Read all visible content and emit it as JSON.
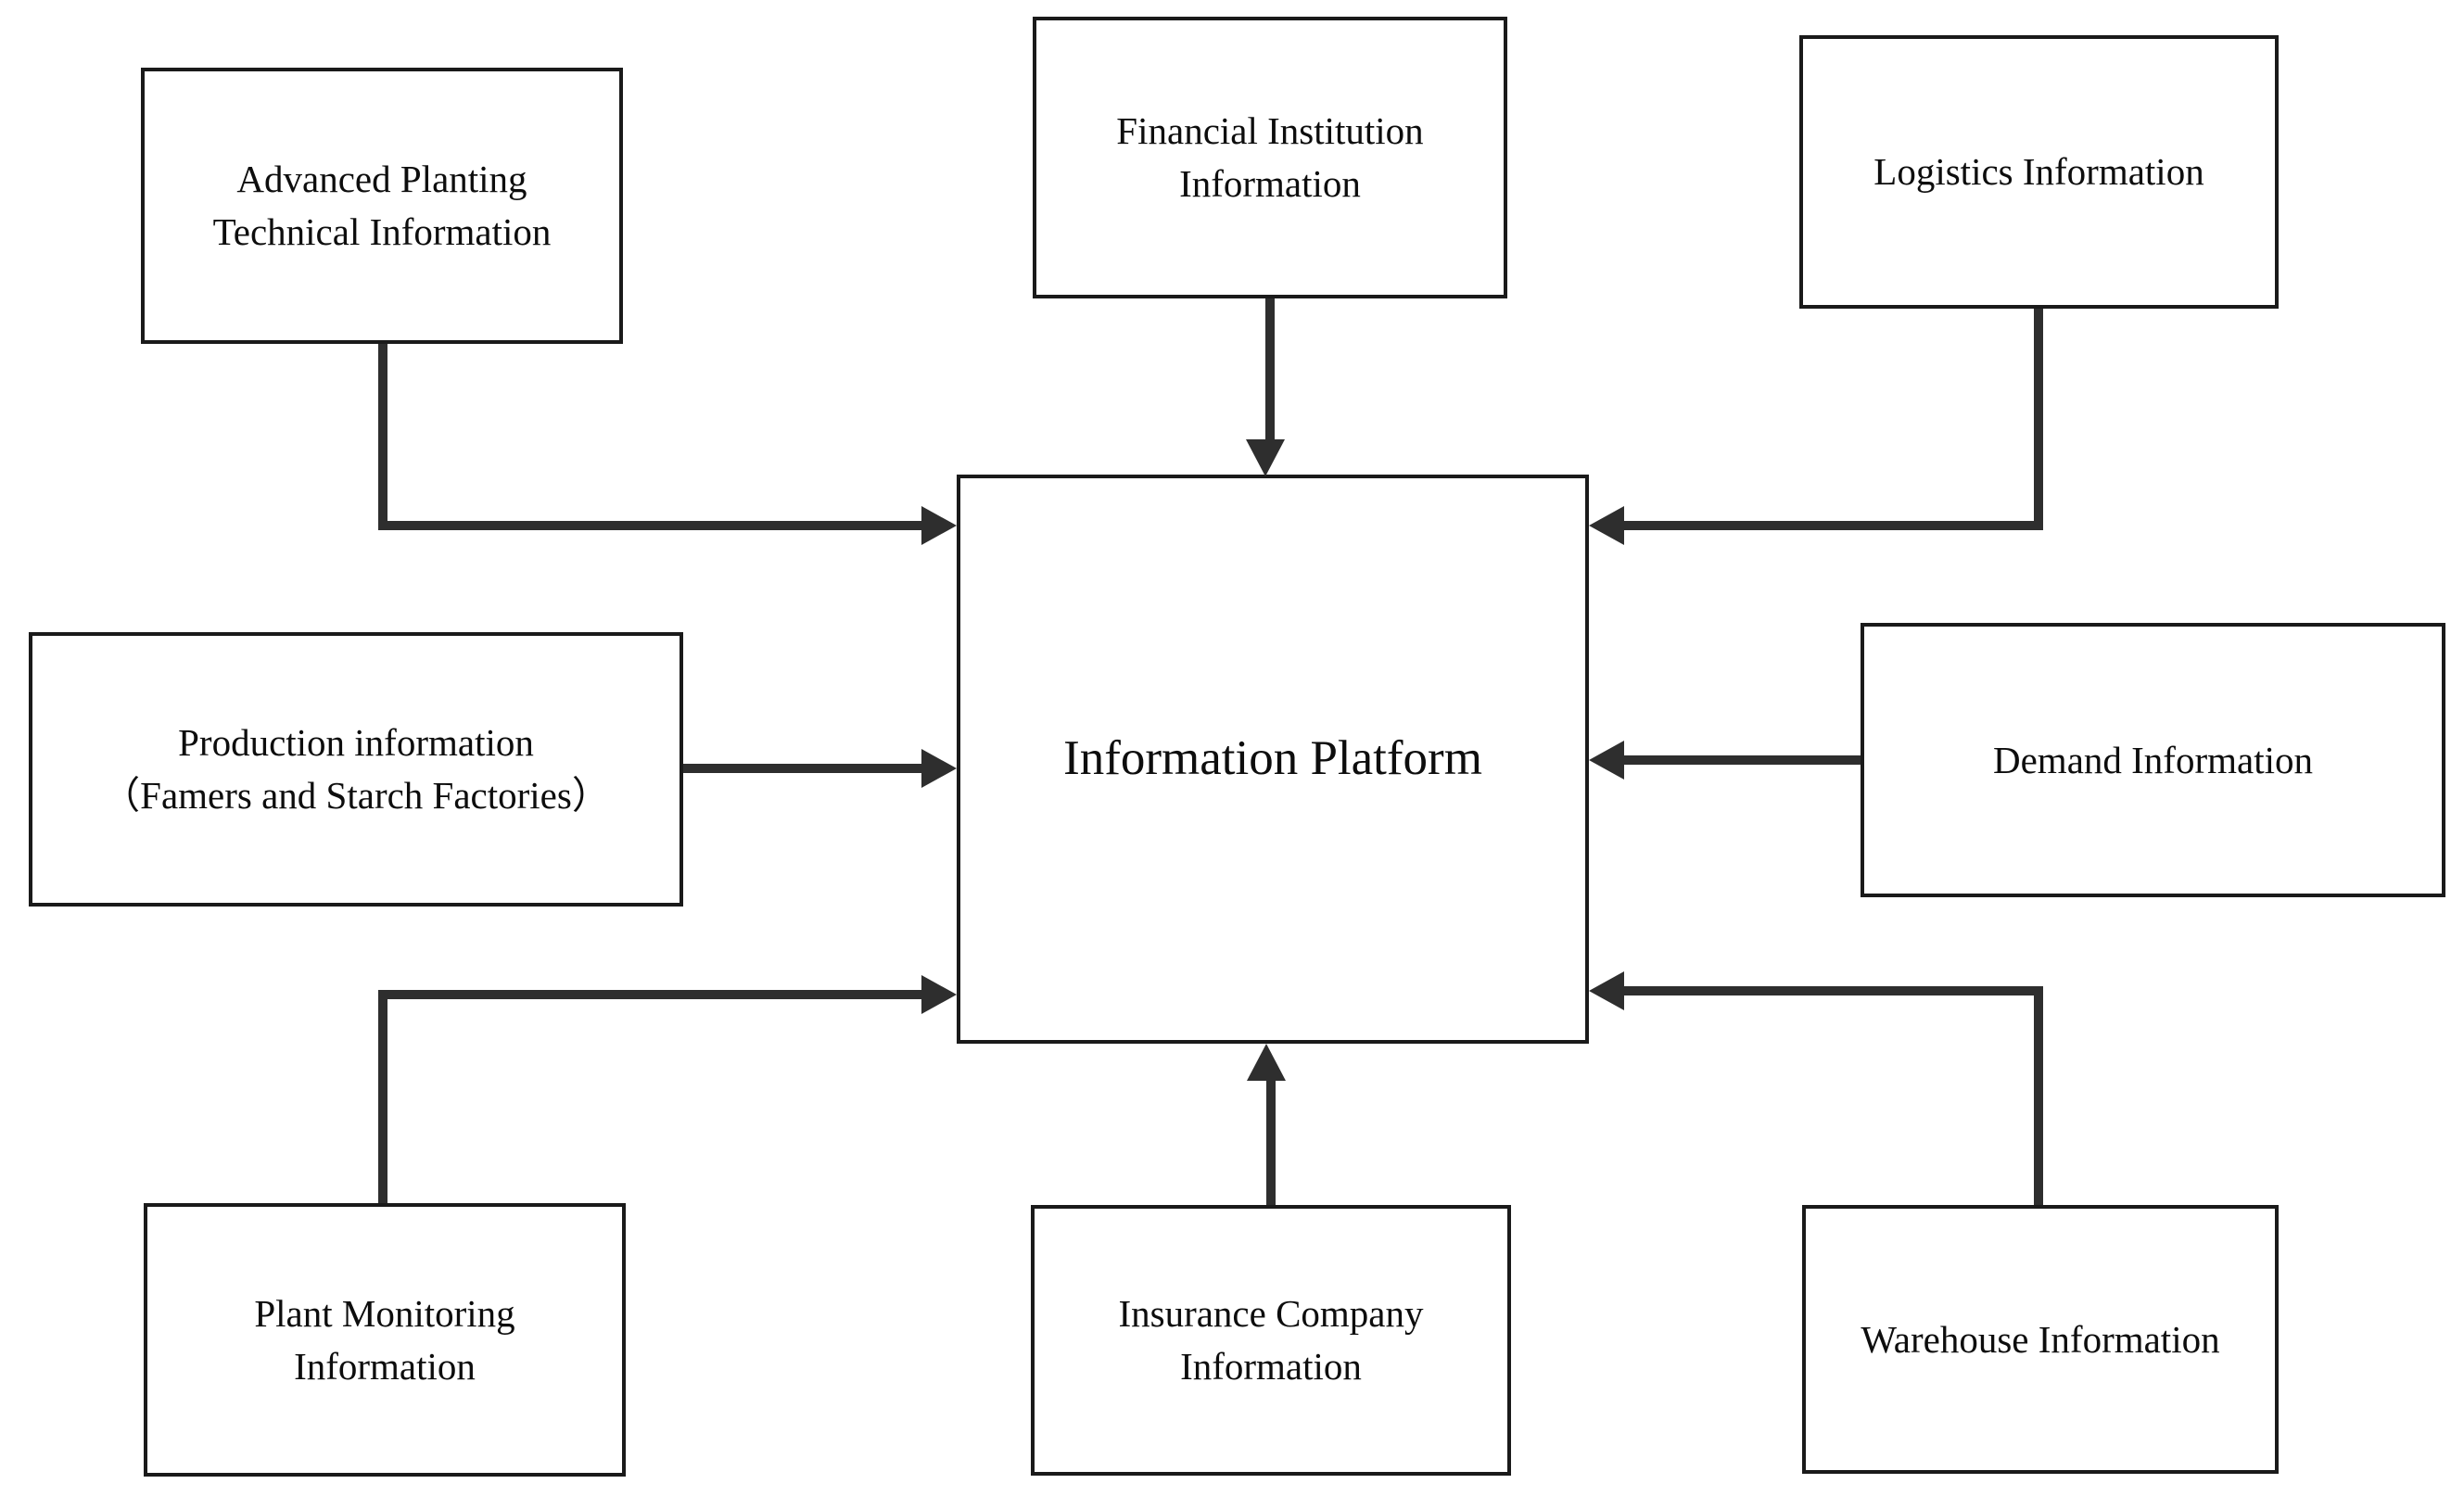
{
  "diagram": {
    "center": {
      "label": "Information Platform"
    },
    "nodes": [
      {
        "id": "advanced-planting",
        "label": "Advanced Planting Technical Information"
      },
      {
        "id": "financial-institution",
        "label": "Financial Institution Information"
      },
      {
        "id": "logistics",
        "label": "Logistics Information"
      },
      {
        "id": "production",
        "lines": [
          "Production information",
          "（Famers and Starch Factories）"
        ]
      },
      {
        "id": "demand",
        "label": "Demand Information"
      },
      {
        "id": "plant-monitoring",
        "label": "Plant Monitoring Information"
      },
      {
        "id": "insurance-company",
        "label": "Insurance Company Information"
      },
      {
        "id": "warehouse",
        "label": "Warehouse Information"
      }
    ],
    "edges": [
      {
        "from": "Advanced Planting Technical Information",
        "to": "Information Platform"
      },
      {
        "from": "Financial Institution Information",
        "to": "Information Platform"
      },
      {
        "from": "Logistics Information",
        "to": "Information Platform"
      },
      {
        "from": "Production information (Famers and Starch Factories)",
        "to": "Information Platform"
      },
      {
        "from": "Demand Information",
        "to": "Information Platform"
      },
      {
        "from": "Plant Monitoring Information",
        "to": "Information Platform"
      },
      {
        "from": "Insurance Company Information",
        "to": "Information Platform"
      },
      {
        "from": "Warehouse Information",
        "to": "Information Platform"
      }
    ],
    "colors": {
      "line": "#2e2e2e",
      "box_border": "#1a1a1a",
      "background": "#ffffff",
      "text": "#0d0d0d"
    }
  }
}
